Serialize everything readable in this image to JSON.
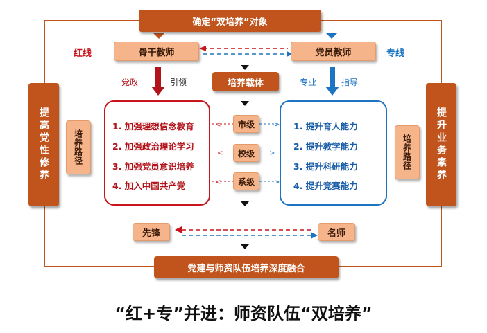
{
  "top_box": "确定“双培养”对象",
  "left_stream": {
    "label": "红线",
    "box": "骨干教师",
    "arrow_labels": [
      "党政",
      "引领"
    ],
    "outcome": "先锋",
    "path_box": "培养路径",
    "side_box": "提高党性修养"
  },
  "right_stream": {
    "label": "专线",
    "box": "党员教师",
    "arrow_labels": [
      "专业",
      "指导"
    ],
    "outcome": "名师",
    "path_box": "培养路径",
    "side_box": "提升业务素养"
  },
  "carrier_box": "培养载体",
  "levels": [
    "市级",
    "校级",
    "系级"
  ],
  "red_items": [
    "1. 加强理想信念教育",
    "2. 加强政治理论学习",
    "3. 加强党员意识培养",
    "4. 加入中国共产党"
  ],
  "blue_items": [
    "1. 提升育人能力",
    "2. 提升教学能力",
    "3. 提升科研能力",
    "4. 提升竞赛能力"
  ],
  "bottom_box": "党建与师资队伍培养深度融合",
  "caption": "“红+专”并进：师资队伍“双培养”",
  "colors": {
    "brown": "#c0541c",
    "peach": "#f5b48a",
    "red": "#c8141c",
    "blue": "#1d74c2"
  }
}
